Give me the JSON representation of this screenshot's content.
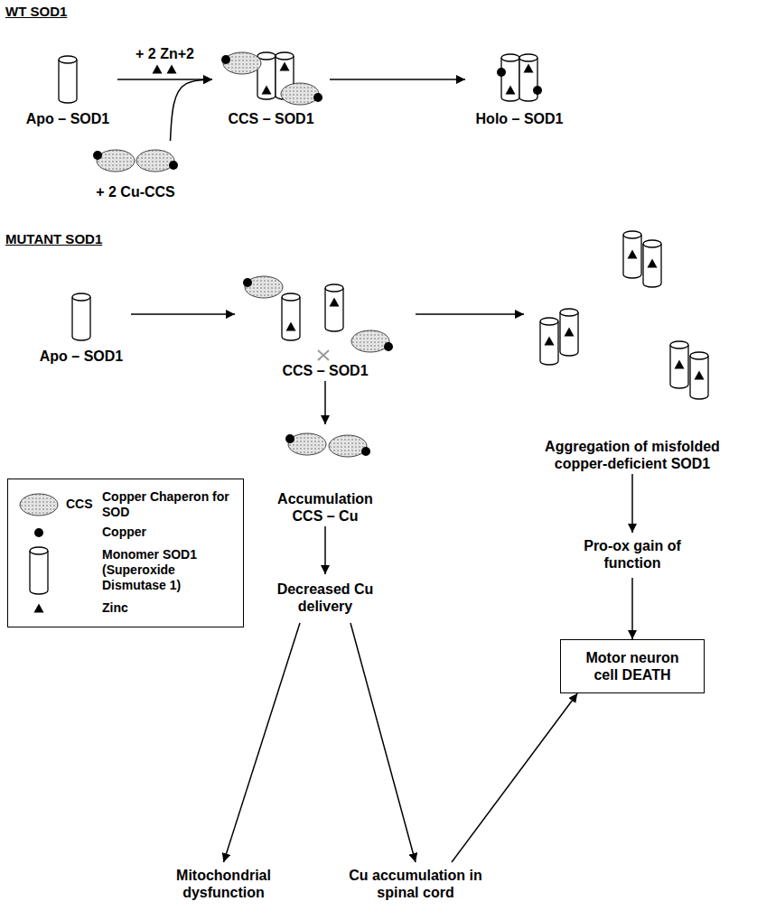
{
  "diagram": {
    "nodes": [
      {
        "text": [
          "Apo – SOD1"
        ]
      },
      {
        "text": [
          "+ 2 Cu-CCS"
        ]
      },
      {
        "text": [
          "CCS – SOD1"
        ]
      },
      {
        "text": [
          "Holo – SOD1"
        ]
      },
      {
        "text": [
          "Apo – SOD1"
        ]
      },
      {
        "text": [
          "CCS – SOD1"
        ]
      },
      {
        "text": [
          "Aggregation of misfolded copper-deficient SOD1"
        ]
      },
      {
        "text": [
          "Accumulation CCS – Cu"
        ]
      },
      {
        "text": [
          "Decreased Cu delivery"
        ]
      },
      {
        "text": [
          "Mitochondrial dysfunction"
        ]
      },
      {
        "text": [
          "Cu accumulation in spinal cord"
        ]
      },
      {
        "text": [
          "Pro-ox gain of function"
        ]
      },
      {
        "text": [
          "Motor neuron cell DEATH"
        ]
      }
    ],
    "edges": [
      {
        "from": 0,
        "to": 2,
        "arrow": "to",
        "label": "+ 2 Zn+2"
      },
      {
        "from": 1,
        "to": 2,
        "arrow": "to"
      },
      {
        "from": 2,
        "to": 3,
        "arrow": "to"
      },
      {
        "from": 4,
        "to": 5,
        "arrow": "to"
      },
      {
        "from": 5,
        "to": 6,
        "arrow": "to"
      },
      {
        "from": 5,
        "to": 7,
        "arrow": "to"
      },
      {
        "from": 7,
        "to": 8,
        "arrow": "to"
      },
      {
        "from": 8,
        "to": 9,
        "arrow": "to"
      },
      {
        "from": 8,
        "to": 10,
        "arrow": "to"
      },
      {
        "from": 6,
        "to": 11,
        "arrow": "to"
      },
      {
        "from": 11,
        "to": 12,
        "arrow": "to"
      },
      {
        "from": 10,
        "to": 12,
        "arrow": "to"
      }
    ],
    "labels": [
      "WT SOD1",
      "MUTANT SOD1",
      "CCS"
    ],
    "legend": [
      {
        "text": "Copper Chaperon for SOD"
      },
      {
        "text": "Copper"
      },
      {
        "text": "Monomer SOD1 (Superoxide Dismutase 1)"
      },
      {
        "text": "Zinc"
      }
    ]
  }
}
